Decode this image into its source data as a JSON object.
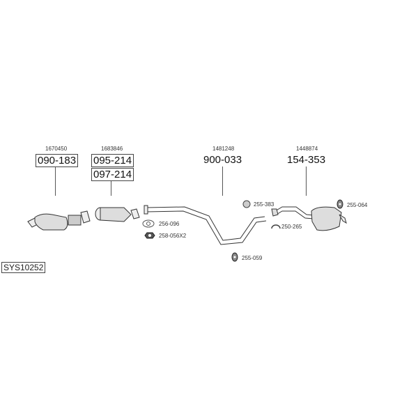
{
  "system_code": "SYS10252",
  "parts": [
    {
      "ref": "1670450",
      "numbers": [
        "090-183"
      ]
    },
    {
      "ref": "1683846",
      "numbers": [
        "095-214",
        "097-214"
      ]
    },
    {
      "ref": "1481248",
      "numbers": [
        "900-033"
      ]
    },
    {
      "ref": "1448874",
      "numbers": [
        "154-353"
      ]
    }
  ],
  "accessories": [
    {
      "label": "256-096",
      "icon": "gasket-icon"
    },
    {
      "label": "258-056X2",
      "icon": "nut-icon"
    },
    {
      "label": "255-383",
      "icon": "rubber-mount-icon"
    },
    {
      "label": "250-265",
      "icon": "clamp-icon"
    },
    {
      "label": "255-064",
      "icon": "rubber-hanger-icon"
    },
    {
      "label": "255-059",
      "icon": "rubber-hanger-icon"
    }
  ]
}
